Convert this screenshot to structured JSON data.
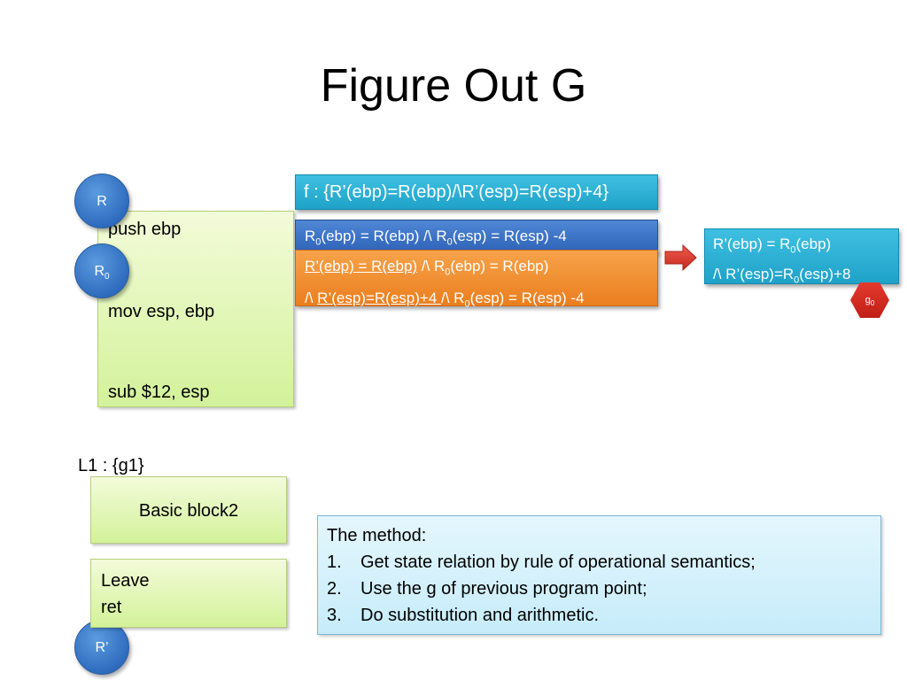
{
  "slide": {
    "title": "Figure Out G"
  },
  "block1": {
    "lines": [
      "push ebp",
      "mov esp, ebp",
      "sub $12, esp"
    ]
  },
  "circles": {
    "r": "R",
    "r0_base": "R",
    "r0_sub": "0",
    "r_prime": "R’"
  },
  "label_l1": "L1 : {g1}",
  "block2": {
    "text": "Basic block2"
  },
  "block3": {
    "lines": [
      "Leave",
      "ret"
    ]
  },
  "f_box": {
    "text": "f : {R’(ebp)=R(ebp)/\\R’(esp)=R(esp)+4}"
  },
  "blue_box": {
    "p1": "R",
    "s1": "0",
    "p2": "(ebp) = R(ebp) /\\ R",
    "s2": "0",
    "p3": "(esp) = R(esp) -4"
  },
  "orange_box": {
    "l1_u": "R’(ebp) = R(ebp)",
    "l1_a": " /\\ R",
    "l1_s": "0",
    "l1_b": "(ebp) = R(ebp)",
    "l2_a": "/\\ ",
    "l2_u": "R’(esp)=R(esp)+4 ",
    "l2_b": "/\\ R",
    "l2_s": "0",
    "l2_c": "(esp) = R(esp) -4"
  },
  "result_box": {
    "l1_a": "R’(ebp) = R",
    "l1_s": "0",
    "l1_b": "(ebp)",
    "l2_a": "/\\ R’(esp)=R",
    "l2_s": "0",
    "l2_b": "(esp)+8"
  },
  "g0": {
    "base": "g",
    "sub": "0"
  },
  "method": {
    "heading": "The method:",
    "items": [
      {
        "num": "1.",
        "text": "Get state relation by rule of operational semantics;"
      },
      {
        "num": "2.",
        "text": "Use the g of previous program point;"
      },
      {
        "num": "3.",
        "text": "Do substitution and arithmetic."
      }
    ]
  },
  "colors": {
    "cyan": "#1fa2c8",
    "blue": "#2e63b7",
    "orange": "#ea7e1e",
    "arrow": "#d9342b",
    "green_box": "#d3f29a"
  }
}
